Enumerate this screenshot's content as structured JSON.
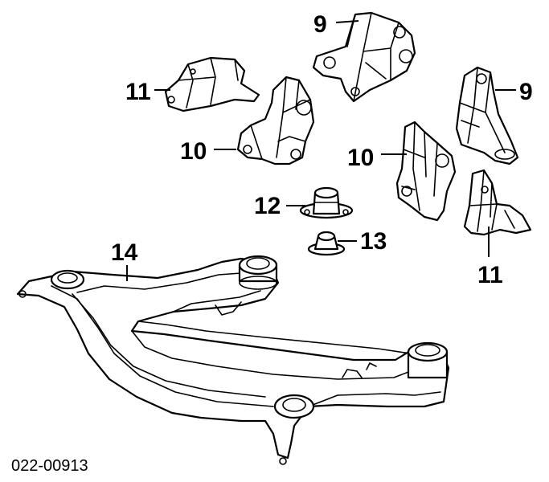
{
  "callouts": {
    "c9a": "9",
    "c9b": "9",
    "c11a": "11",
    "c11b": "11",
    "c10a": "10",
    "c10b": "10",
    "c12": "12",
    "c13": "13",
    "c14": "14"
  },
  "catalog_number": "022-00913"
}
